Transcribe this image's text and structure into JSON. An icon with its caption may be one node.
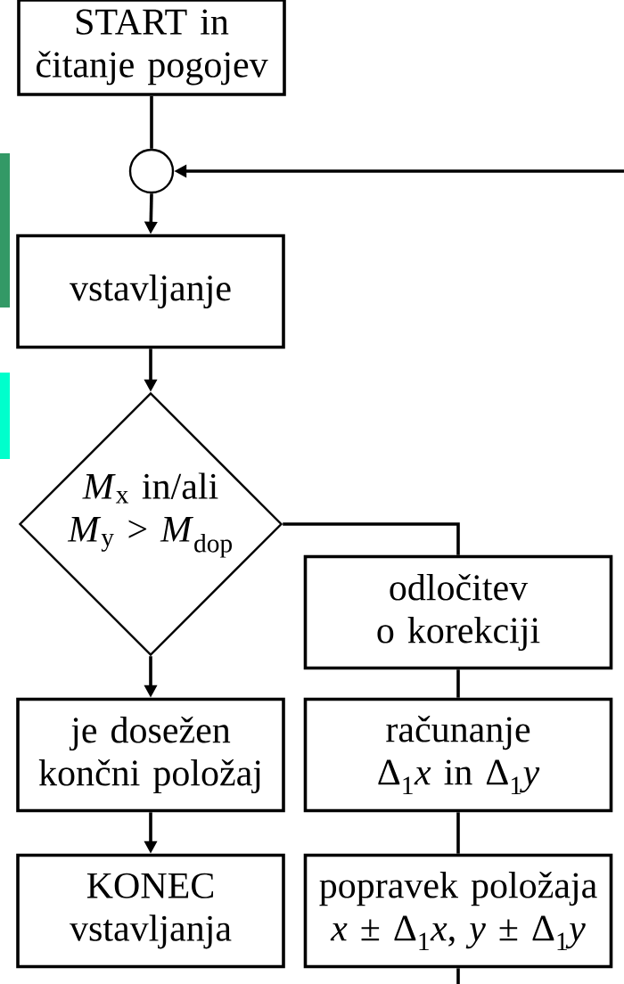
{
  "diagram": {
    "nodes": [
      {
        "text": [
          "START in čitanje pogojev"
        ]
      },
      {
        "text": [],
        "shape": "circle"
      },
      {
        "text": [
          "vstavljanje"
        ]
      },
      {
        "text": [
          "*M*$_{x}$ in/ali *M*$_{y}$ > *M*$_{dop}$"
        ]
      },
      {
        "text": [
          "odločitev o korekciji"
        ]
      },
      {
        "text": [
          "je dosežen končni položaj"
        ]
      },
      {
        "text": [
          "računanje Δ$_{1}$*x* in Δ$_{1}$*y*"
        ]
      },
      {
        "text": [
          "KONEC vstavljanja"
        ]
      },
      {
        "text": [
          "popravek položaja *x* ± Δ$_{1}$*x*, *y* ± Δ$_{1}$*y*"
        ]
      }
    ],
    "edges": [
      {
        "from": 0,
        "to": 1,
        "arrow": "none"
      },
      {
        "from": 1,
        "to": 2,
        "arrow": "to"
      },
      {
        "from": 2,
        "to": 3,
        "arrow": "to"
      },
      {
        "from": 3,
        "to": 4,
        "arrow": "none"
      },
      {
        "from": 3,
        "to": 5,
        "arrow": "to"
      },
      {
        "from": 4,
        "to": 6,
        "arrow": "none"
      },
      {
        "from": 5,
        "to": 7,
        "arrow": "to"
      },
      {
        "from": 6,
        "to": 8,
        "arrow": "none"
      },
      {
        "from": 8,
        "to": null,
        "arrow": "none"
      },
      {
        "from": null,
        "to": 1,
        "arrow": "to"
      }
    ]
  }
}
